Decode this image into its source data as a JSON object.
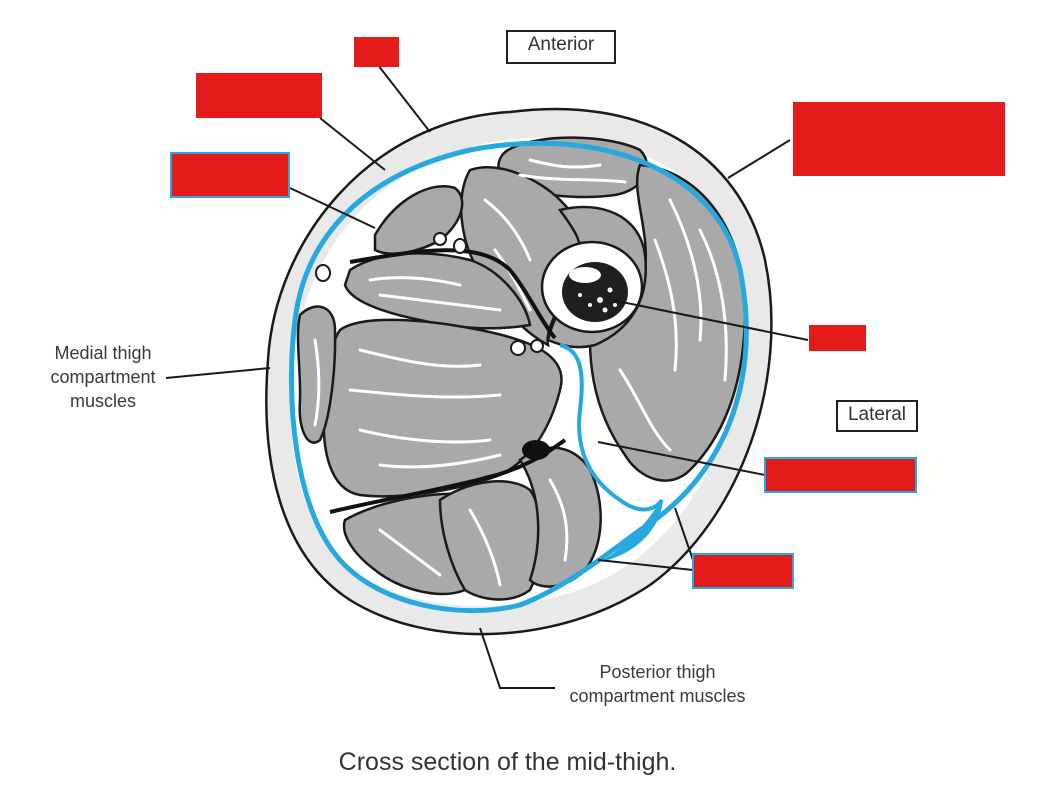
{
  "labels": {
    "anterior": "Anterior",
    "lateral": "Lateral",
    "medial": [
      "Medial thigh",
      "compartment",
      "muscles"
    ],
    "posterior": [
      "Posterior thigh",
      "compartment muscles"
    ]
  },
  "caption": "Cross section of the mid-thigh.",
  "colors": {
    "fascia": "#27a9df",
    "label_box": "#e31b1b",
    "muscle": "#a9a9a9",
    "skin": "#e9e9e9",
    "outline": "#1a1a1a"
  },
  "hidden_label_boxes": 7
}
